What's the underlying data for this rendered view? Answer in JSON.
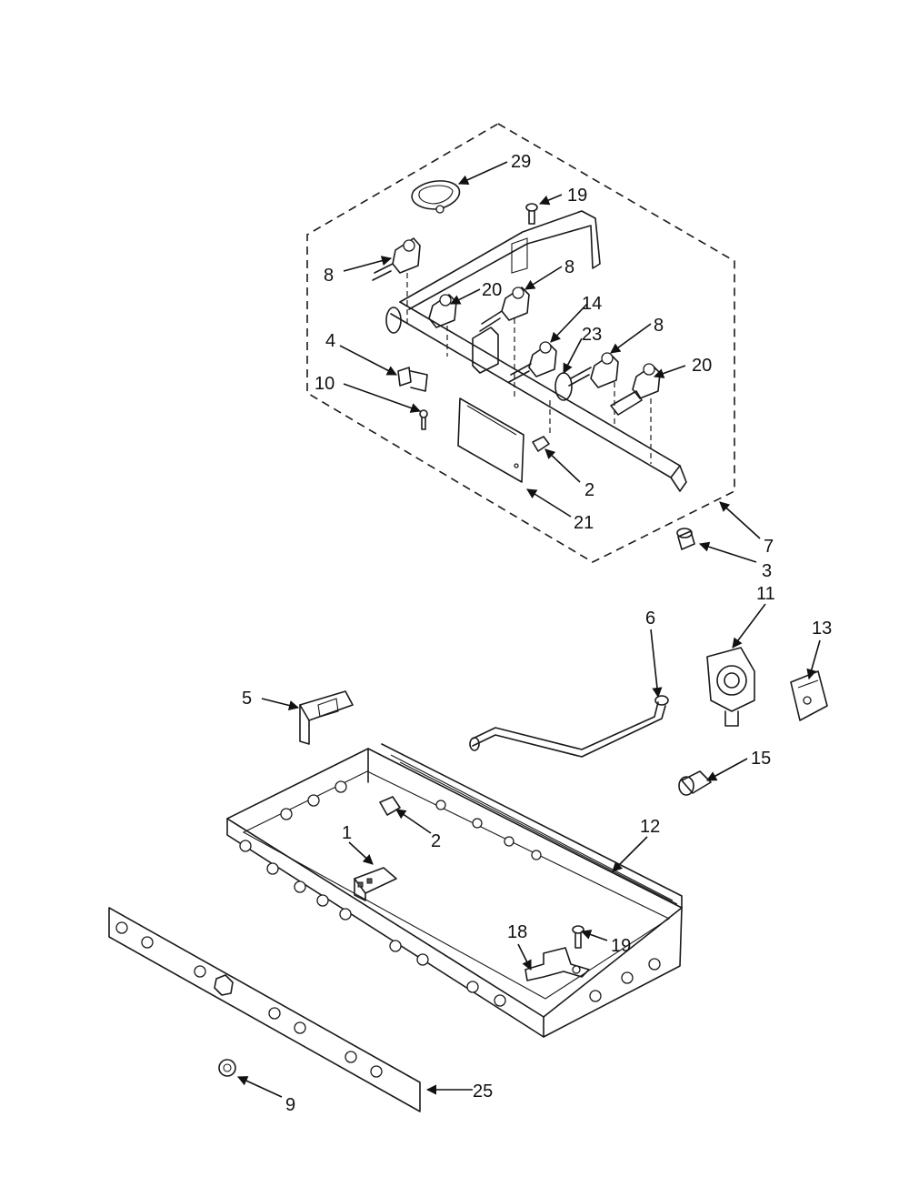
{
  "callouts": {
    "c29": "29",
    "c19a": "19",
    "c8a": "8",
    "c8b": "8",
    "c20a": "20",
    "c14": "14",
    "c23": "23",
    "c8c": "8",
    "c20b": "20",
    "c4": "4",
    "c10": "10",
    "c2a": "2",
    "c21": "21",
    "c7": "7",
    "c3": "3",
    "c11": "11",
    "c6": "6",
    "c13": "13",
    "c5": "5",
    "c15": "15",
    "c2b": "2",
    "c12": "12",
    "c1": "1",
    "c18": "18",
    "c19b": "19",
    "c25": "25",
    "c9": "9"
  }
}
